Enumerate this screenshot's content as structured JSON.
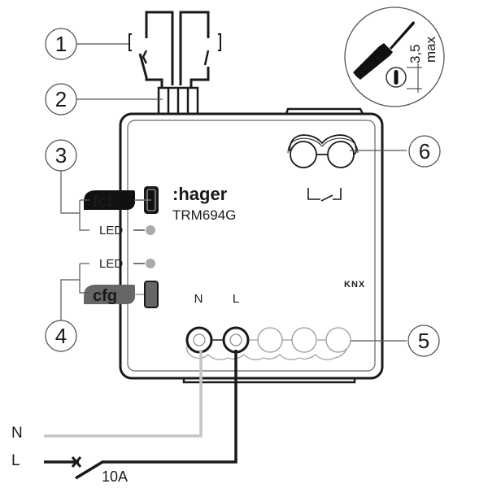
{
  "device": {
    "brand": ":hager",
    "model": "TRM694G",
    "bus_logo": "KNX"
  },
  "callouts": [
    {
      "number": "1",
      "target": "push-buttons"
    },
    {
      "number": "2",
      "target": "push-button-wire-terminal"
    },
    {
      "number": "3",
      "target": "fct-button-and-led"
    },
    {
      "number": "4",
      "target": "cfg-button-and-led"
    },
    {
      "number": "5",
      "target": "screw-terminals"
    },
    {
      "number": "6",
      "target": "relay-output-terminals"
    }
  ],
  "buttons": {
    "fct": {
      "label": "fct",
      "led_label": "LED"
    },
    "cfg": {
      "label": "cfg",
      "led_label": "LED"
    }
  },
  "terminals": {
    "n_label": "N",
    "l_label": "L"
  },
  "wiring": {
    "neutral_label": "N",
    "line_label": "L",
    "breaker_rating": "10A"
  },
  "screwdriver": {
    "size": "3,5",
    "qualifier": "max"
  },
  "colors": {
    "ink": "#1a1a1a",
    "neutral_wire": "#c4c4c4",
    "led": "#aaaaaa",
    "fct_button": "#111111",
    "cfg_button": "#666666"
  }
}
